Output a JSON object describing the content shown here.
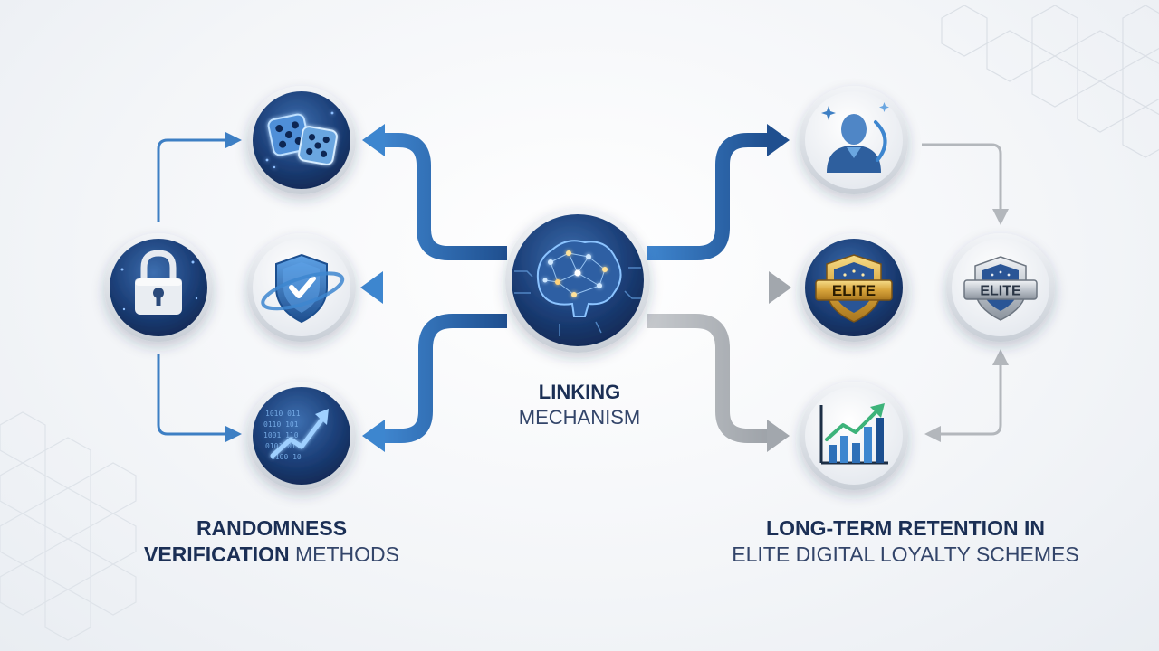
{
  "labels": {
    "left_line1": "RANDOMNESS",
    "left_line2_bold": "VERIFICATION",
    "left_line2_rest": " METHODS",
    "center_line1": "LINKING",
    "center_line2": "MECHANISM",
    "right_line1": "LONG-TERM RETENTION IN",
    "right_line2": "ELITE DIGITAL LOYALTY SCHEMES"
  },
  "badges": {
    "gold_text": "ELITE",
    "silver_text": "ELITE"
  },
  "colors": {
    "blue_dark": "#1f4f8f",
    "blue_mid": "#3d7fc4",
    "blue_light": "#6aa6e0",
    "grey_arrow": "#a9adb3",
    "gold": "#d8a83a",
    "silver": "#b9c0c9",
    "text_dark": "#1b2f55"
  },
  "icons": [
    "dice-icon",
    "padlock-icon",
    "shield-check-icon",
    "binary-growth-icon",
    "ai-brain-icon",
    "user-avatar-icon",
    "elite-gold-badge-icon",
    "elite-silver-badge-icon",
    "growth-bar-chart-icon"
  ]
}
